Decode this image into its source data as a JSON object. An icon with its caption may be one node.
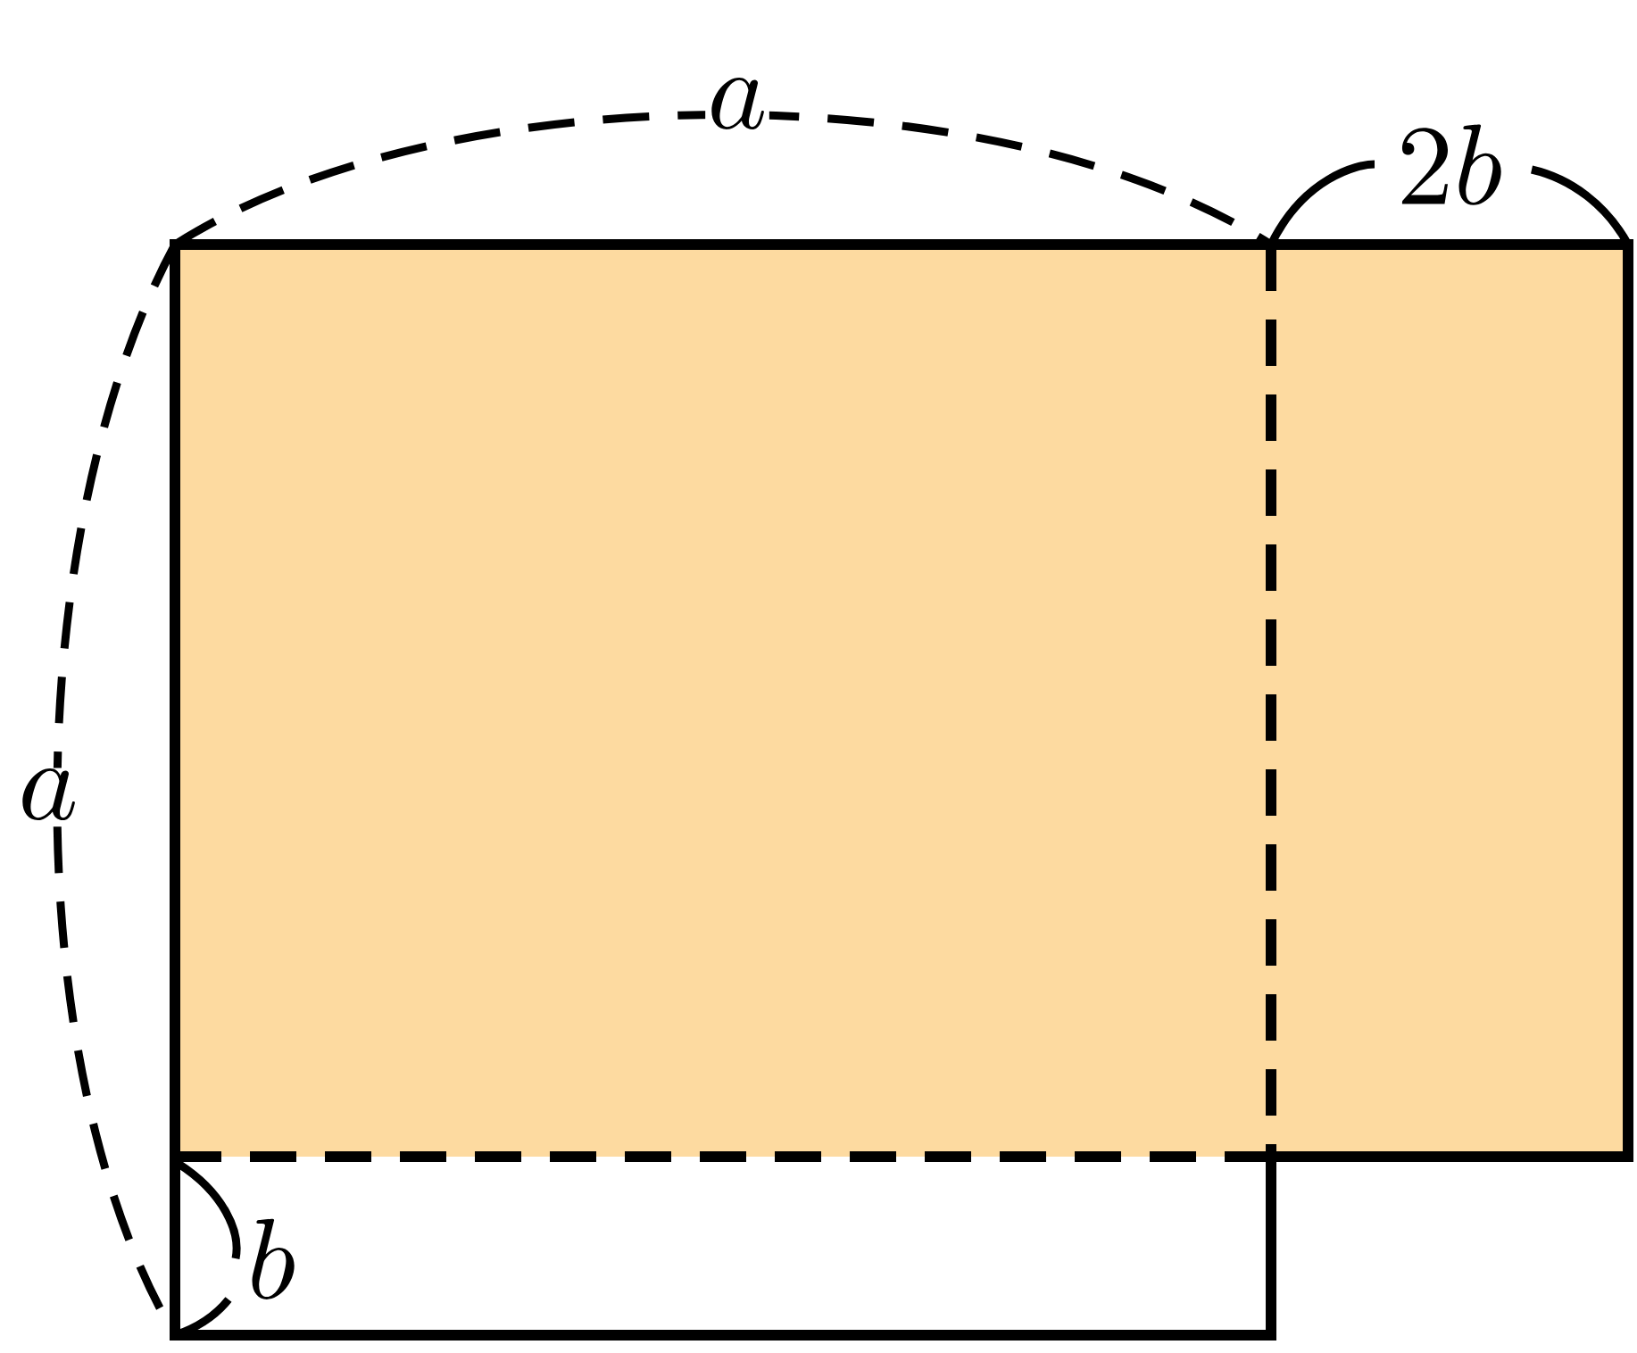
{
  "diagram": {
    "labels": [
      "a",
      "2b",
      "a",
      "b"
    ]
  }
}
